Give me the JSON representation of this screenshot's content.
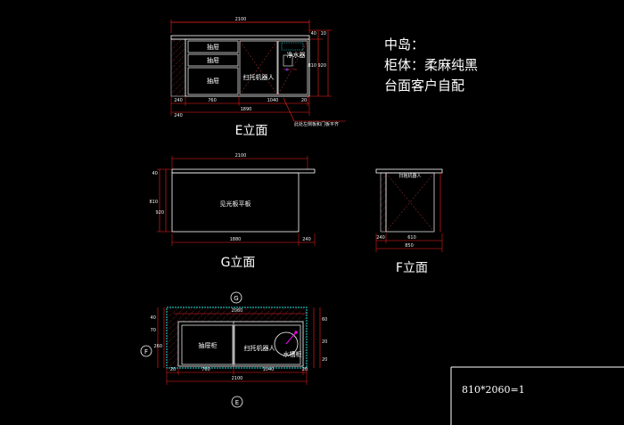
{
  "colors": {
    "background": "#000000",
    "outline": "#ffffff",
    "dimension": "#ff2020",
    "hatch": "#d04040",
    "countertop": "#20e0e0",
    "accent_blue": "#2040ff",
    "accent_magenta": "#ff00ff"
  },
  "notes": {
    "title": "中岛：",
    "cabinet": "柜体：柔麻纯黑",
    "countertop": "台面客户自配"
  },
  "scale_text": "810*2060=1",
  "elevation_e": {
    "title": "E立面",
    "overall_dim": "2100",
    "bottom_dims": [
      "240",
      "760",
      "1040",
      "20"
    ],
    "total_dim": "1890",
    "right_dims": [
      "40",
      "810",
      "920",
      "10"
    ],
    "labels": {
      "drawer_top": "抽屉",
      "drawer_mid": "抽屉",
      "drawer_low": "抽屉",
      "dishwasher": "扫托机器人",
      "purifier": "净水器"
    },
    "callout": "此处左侧板和门板平齐"
  },
  "elevation_g": {
    "title": "G立面",
    "overall_dim": "2100",
    "panel_label": "见光板平板",
    "bottom_dim": "1880",
    "side_dim": "240",
    "left_dims": [
      "40",
      "810",
      "920"
    ]
  },
  "elevation_f": {
    "title": "F立面",
    "top_label": "扫拖机器人",
    "bottom_dims": [
      "240",
      "610"
    ],
    "total_dim": "850"
  },
  "plan": {
    "marker_top": "G",
    "marker_left": "F",
    "marker_bottom": "E",
    "top_dim": "2060",
    "labels": {
      "drawer": "抽屉柜",
      "dishwasher": "扫托机器人",
      "sink": "水槽柜"
    },
    "bottom_dims": [
      "20",
      "760",
      "1040",
      "20"
    ],
    "total_dim": "2100",
    "side_dims": [
      "40",
      "70",
      "60",
      "260",
      "20",
      "20"
    ]
  }
}
